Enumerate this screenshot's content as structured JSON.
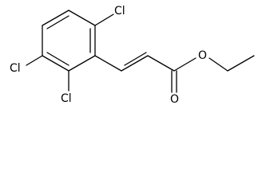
{
  "molecule": {
    "labels": {
      "cl_top": "Cl",
      "cl_left": "Cl",
      "cl_bottom": "Cl",
      "o_ether": "O",
      "o_carbonyl": "O"
    }
  }
}
